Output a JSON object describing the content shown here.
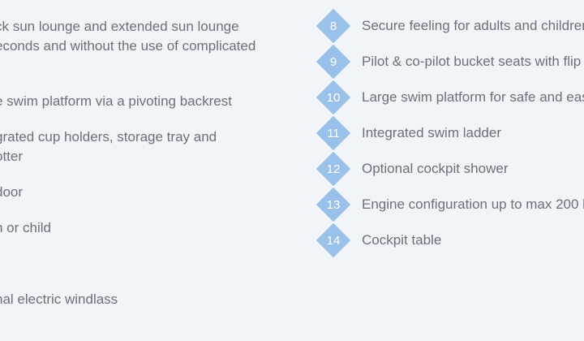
{
  "left_features": [
    {
      "lines": [
        "ck sun lounge and extended sun lounge",
        "econds and without the use of complicated"
      ]
    },
    {
      "lines": [
        "e swim platform via a pivoting backrest"
      ]
    },
    {
      "lines": [
        "grated cup holders, storage tray and",
        "otter"
      ]
    },
    {
      "lines": [
        " door"
      ]
    },
    {
      "lines": [
        "n or child"
      ]
    },
    {
      "lines": [
        "nal electric windlass"
      ]
    }
  ],
  "right_features": [
    {
      "number": "8",
      "text": "Secure feeling for adults and children"
    },
    {
      "number": "9",
      "text": "Pilot & co-pilot bucket seats with flip"
    },
    {
      "number": "10",
      "text": "Large swim platform for safe and eas"
    },
    {
      "number": "11",
      "text": "Integrated swim ladder"
    },
    {
      "number": "12",
      "text": "Optional cockpit shower"
    },
    {
      "number": "13",
      "text": "Engine configuration up to max 200 h"
    },
    {
      "number": "14",
      "text": "Cockpit table"
    }
  ],
  "colors": {
    "background": "#f1f5fa",
    "text": "#6b7079",
    "badge": "#9ac1ea",
    "badge_text": "#ffffff"
  },
  "icon": "diamond-number-badge"
}
